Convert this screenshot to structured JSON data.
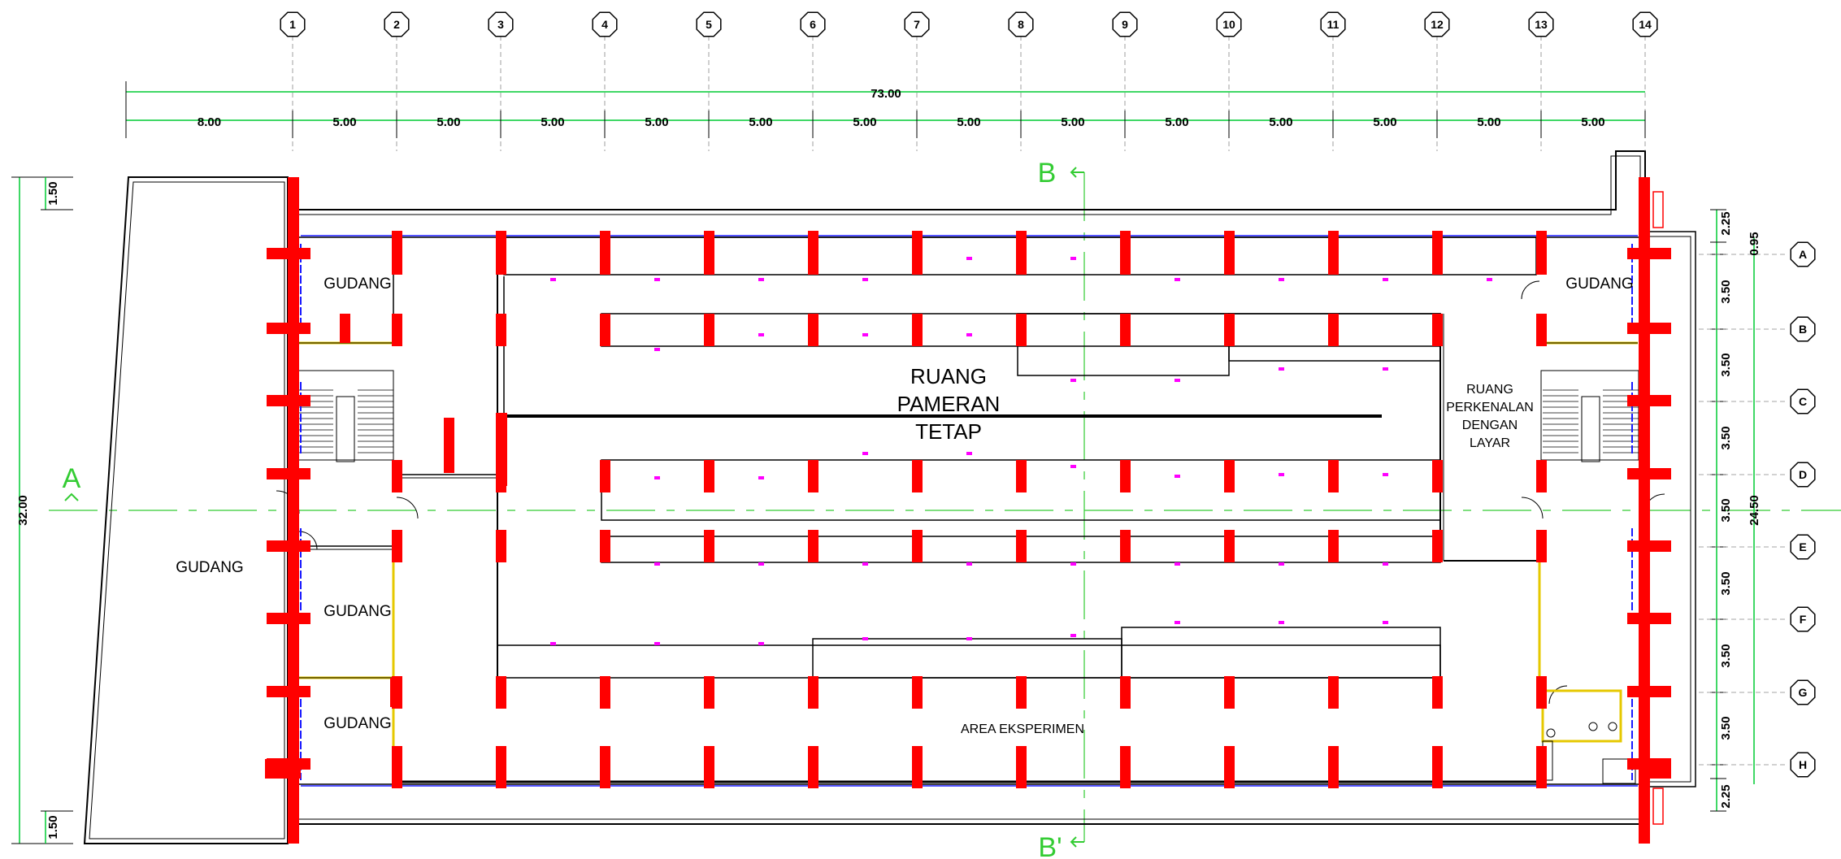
{
  "grid": {
    "columns": [
      "1",
      "2",
      "3",
      "4",
      "5",
      "6",
      "7",
      "8",
      "9",
      "10",
      "11",
      "12",
      "13",
      "14"
    ],
    "rows": [
      "A",
      "B",
      "C",
      "D",
      "E",
      "F",
      "G",
      "H"
    ]
  },
  "dimensions": {
    "overall_width": "73.00",
    "bay_widths": [
      "8.00",
      "5.00",
      "5.00",
      "5.00",
      "5.00",
      "5.00",
      "5.00",
      "5.00",
      "5.00",
      "5.00",
      "5.00",
      "5.00",
      "5.00",
      "5.00"
    ],
    "overall_height": "32.00",
    "left_top_offset": "1.50",
    "left_bottom_offset": "1.50",
    "right_inner_total": "24.50",
    "right_top_small": "0.95",
    "right_segments": [
      "2.25",
      "3.50",
      "3.50",
      "3.50",
      "3.50",
      "3.50",
      "3.50",
      "3.50",
      "2.25"
    ]
  },
  "section_markers": {
    "a_left": "A",
    "b_top": "B",
    "b_bottom": "B'"
  },
  "rooms": {
    "gudang_top_left": "GUDANG",
    "gudang_top_right": "GUDANG",
    "gudang_outside": "GUDANG",
    "gudang_mid_left": "GUDANG",
    "gudang_bottom_left": "GUDANG",
    "exhibit_line1": "RUANG",
    "exhibit_line2": "PAMERAN",
    "exhibit_line3": "TETAP",
    "intro_line1": "RUANG",
    "intro_line2": "PERKENALAN",
    "intro_line3": "DENGAN",
    "intro_line4": "LAYAR",
    "experiment": "AREA EKSPERIMEN"
  },
  "colors": {
    "column": "#ff0000",
    "dimension": "#00cc33",
    "section_line": "#33cc33",
    "glass": "#1a1aff",
    "marker": "#ff00ff",
    "yellow_wall": "#e6c800"
  }
}
